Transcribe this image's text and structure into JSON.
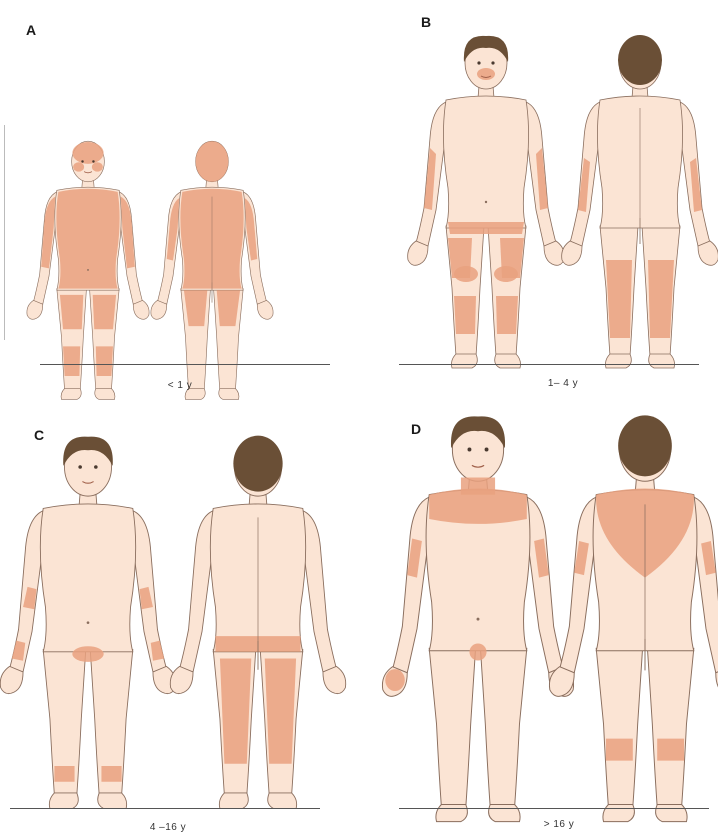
{
  "panels": [
    {
      "letter": "A",
      "age": "< 1 y"
    },
    {
      "letter": "B",
      "age": "1– 4 y"
    },
    {
      "letter": "C",
      "age": "4 –16 y"
    },
    {
      "letter": "D",
      "age": "> 16 y"
    }
  ],
  "colors": {
    "skin": "#fbe4d4",
    "lesion": "#e9a17f",
    "hair": "#6a4f36",
    "outline": "#8a6e5e",
    "background": "#ffffff"
  }
}
